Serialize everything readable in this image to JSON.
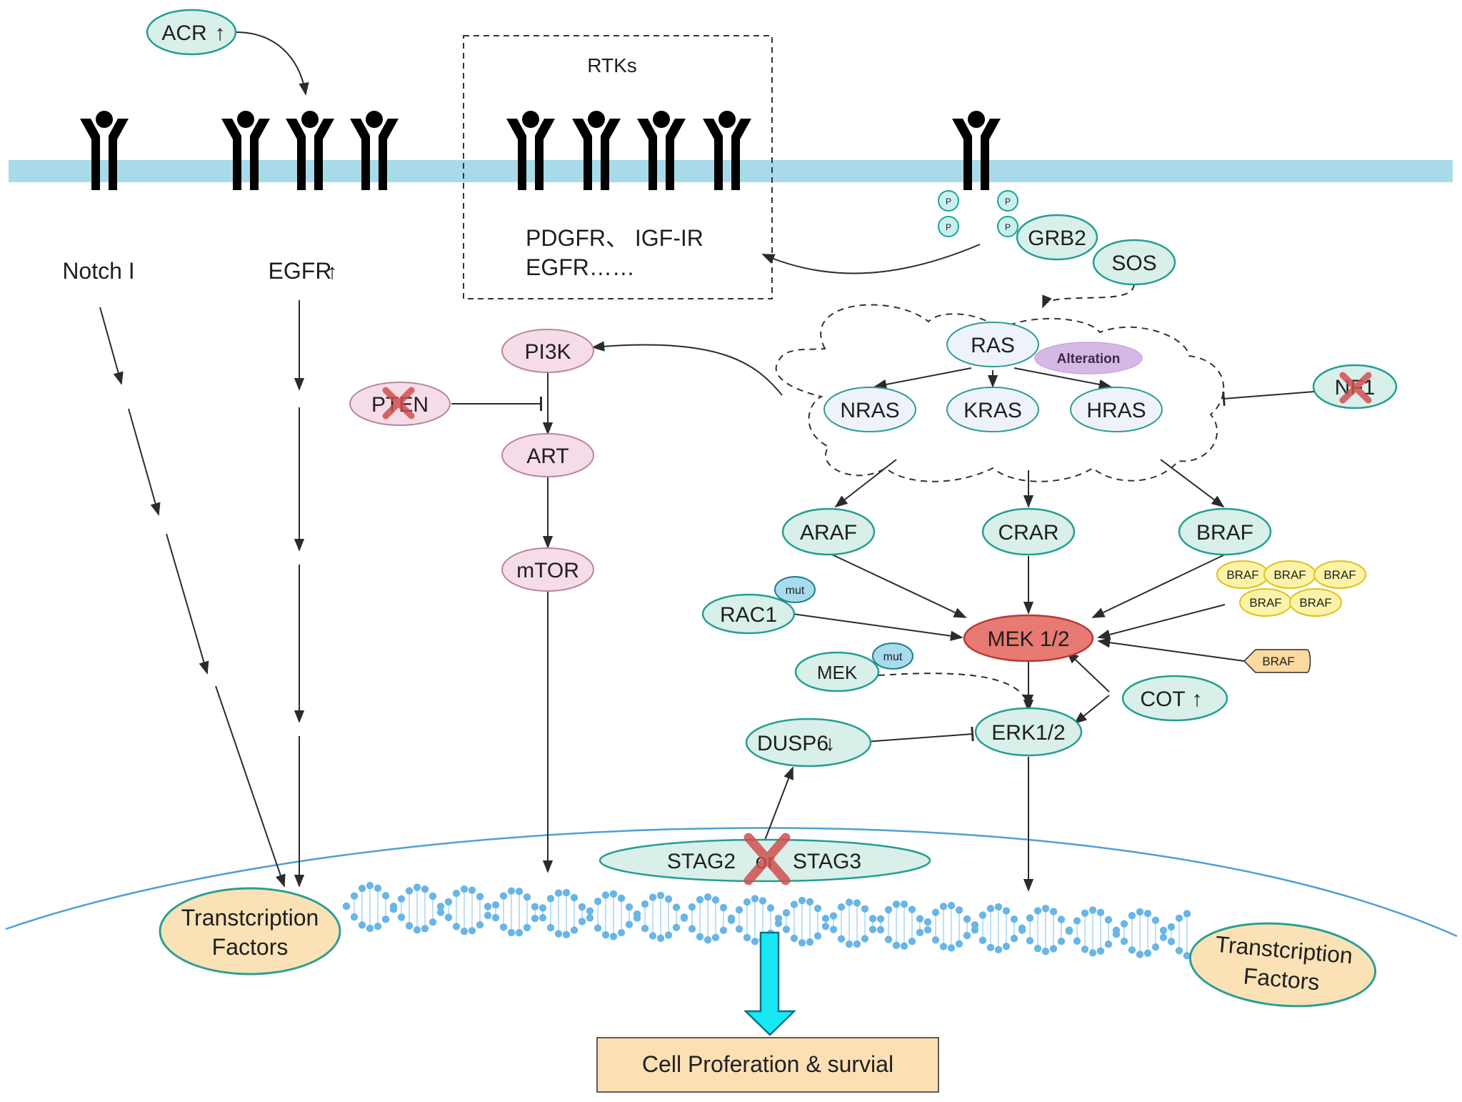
{
  "labels": {
    "acr": "ACR",
    "notch": "Notch I",
    "egfr_left": "EGFR",
    "rtks_title": "RTKs",
    "rtks_line1": "PDGFR、 IGF-IR",
    "rtks_line2": "EGFR……",
    "p": "P",
    "grb2": "GRB2",
    "sos": "SOS",
    "ras": "RAS",
    "alteration": "Alteration",
    "nras": "NRAS",
    "kras": "KRAS",
    "hras": "HRAS",
    "nf1": "NF1",
    "pi3k": "PI3K",
    "pten": "PTEN",
    "art": "ART",
    "mtor": "mTOR",
    "araf": "ARAF",
    "crar": "CRAR",
    "braf": "BRAF",
    "braf_small": "BRAF",
    "rac1": "RAC1",
    "mut": "mut",
    "mek12": "MEK 1/2",
    "mek": "MEK",
    "cot": "COT",
    "erk12": "ERK1/2",
    "dusp6": "DUSP6",
    "stag2": "STAG2",
    "or": "or",
    "stag3": "STAG3",
    "tf_line1": "Transtcription",
    "tf_line2": "Factors",
    "outcome": "Cell Proferation & survial"
  },
  "indicators": {
    "up_arrow": "↑",
    "down_arrow": "↓"
  },
  "colors": {
    "membrane": "#a8daea",
    "receptor": "#1aa597",
    "teal_node": "#d9efea",
    "pink_node": "#f6dce8",
    "mek_node": "#e77a72",
    "transcription_node": "#fae2b6",
    "outcome_box": "#fce0b4",
    "big_arrow": "#18e8f2",
    "deleted_cross": "#d0504f",
    "alteration_badge": "#d6b8e6"
  }
}
